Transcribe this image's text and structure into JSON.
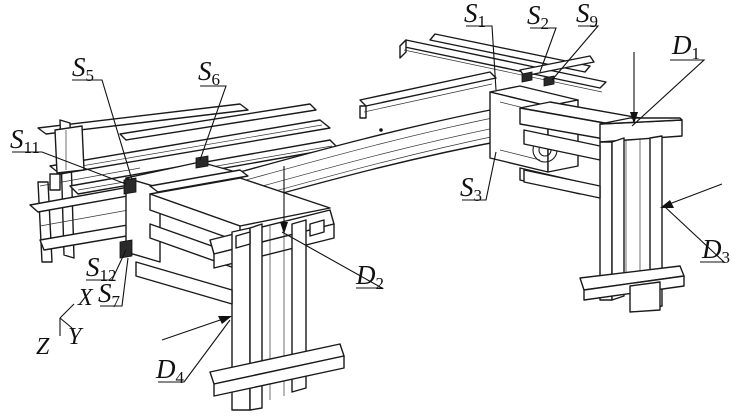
{
  "colors": {
    "ink": "#1a1a1a",
    "paper": "#ffffff"
  },
  "labels": {
    "S1": {
      "main": "S",
      "sub": "1"
    },
    "S2": {
      "main": "S",
      "sub": "2"
    },
    "S9": {
      "main": "S",
      "sub": "9"
    },
    "D1": {
      "main": "D",
      "sub": "1"
    },
    "S5": {
      "main": "S",
      "sub": "5"
    },
    "S6": {
      "main": "S",
      "sub": "6"
    },
    "S11": {
      "main": "S",
      "sub": "11"
    },
    "S3": {
      "main": "S",
      "sub": "3"
    },
    "D3": {
      "main": "D",
      "sub": "3"
    },
    "D2": {
      "main": "D",
      "sub": "2"
    },
    "S12": {
      "main": "S",
      "sub": "12"
    },
    "S7": {
      "main": "S",
      "sub": "7"
    },
    "D4": {
      "main": "D",
      "sub": "4"
    }
  },
  "axes": {
    "x": "X",
    "y": "Y",
    "z": "Z"
  }
}
